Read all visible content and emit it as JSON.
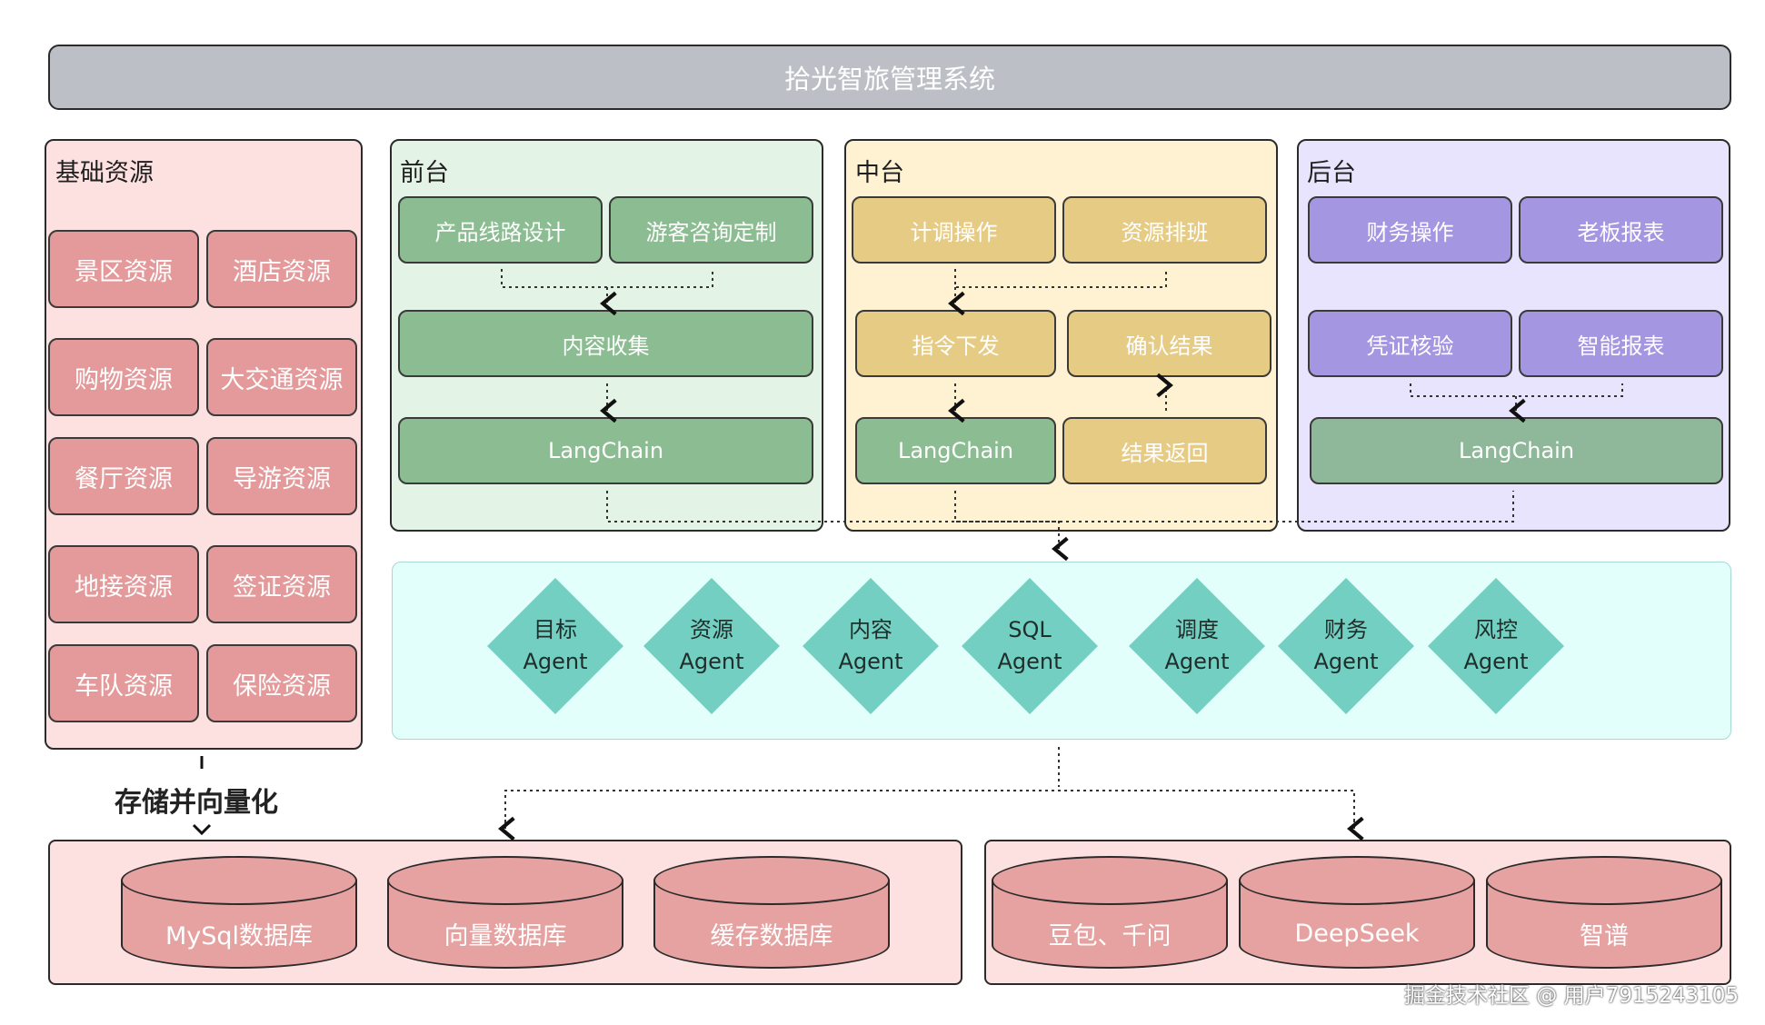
{
  "title": "拾光智旅管理系统",
  "base": {
    "title": "基础资源",
    "items": [
      "景区资源",
      "酒店资源",
      "购物资源",
      "大交通资源",
      "餐厅资源",
      "导游资源",
      "地接资源",
      "签证资源",
      "车队资源",
      "保险资源"
    ]
  },
  "front": {
    "title": "前台",
    "btn1": "产品线路设计",
    "btn2": "游客咨询定制",
    "collect": "内容收集",
    "langchain": "LangChain"
  },
  "middle": {
    "title": "中台",
    "btn1": "计调操作",
    "btn2": "资源排班",
    "cmd": "指令下发",
    "confirm": "确认结果",
    "langchain": "LangChain",
    "ret": "结果返回"
  },
  "back": {
    "title": "后台",
    "btn1": "财务操作",
    "btn2": "老板报表",
    "btn3": "凭证核验",
    "btn4": "智能报表",
    "langchain": "LangChain"
  },
  "agents": [
    {
      "line1": "目标",
      "line2": "Agent"
    },
    {
      "line1": "资源",
      "line2": "Agent"
    },
    {
      "line1": "内容",
      "line2": "Agent"
    },
    {
      "line1": "SQL",
      "line2": "Agent"
    },
    {
      "line1": "调度",
      "line2": "Agent"
    },
    {
      "line1": "财务",
      "line2": "Agent"
    },
    {
      "line1": "风控",
      "line2": "Agent"
    }
  ],
  "store_label": "存储并向量化",
  "databases": [
    "MySql数据库",
    "向量数据库",
    "缓存数据库"
  ],
  "models": [
    "豆包、千问",
    "DeepSeek",
    "智谱"
  ],
  "watermark": "掘金技术社区 @ 用户7915243105",
  "colors": {
    "title_bar": "#bcc0c6",
    "base_panel": "#fde1e1",
    "front_panel": "#e3f3e5",
    "middle_panel": "#fef2d2",
    "back_panel": "#e9e4fd",
    "agent_panel": "#e2fffb",
    "agent_diamond": "#72cfc1",
    "pink": "#e49a9a",
    "green": "#8cbd92",
    "yellow": "#e6cb84",
    "purple": "#a596e2"
  }
}
